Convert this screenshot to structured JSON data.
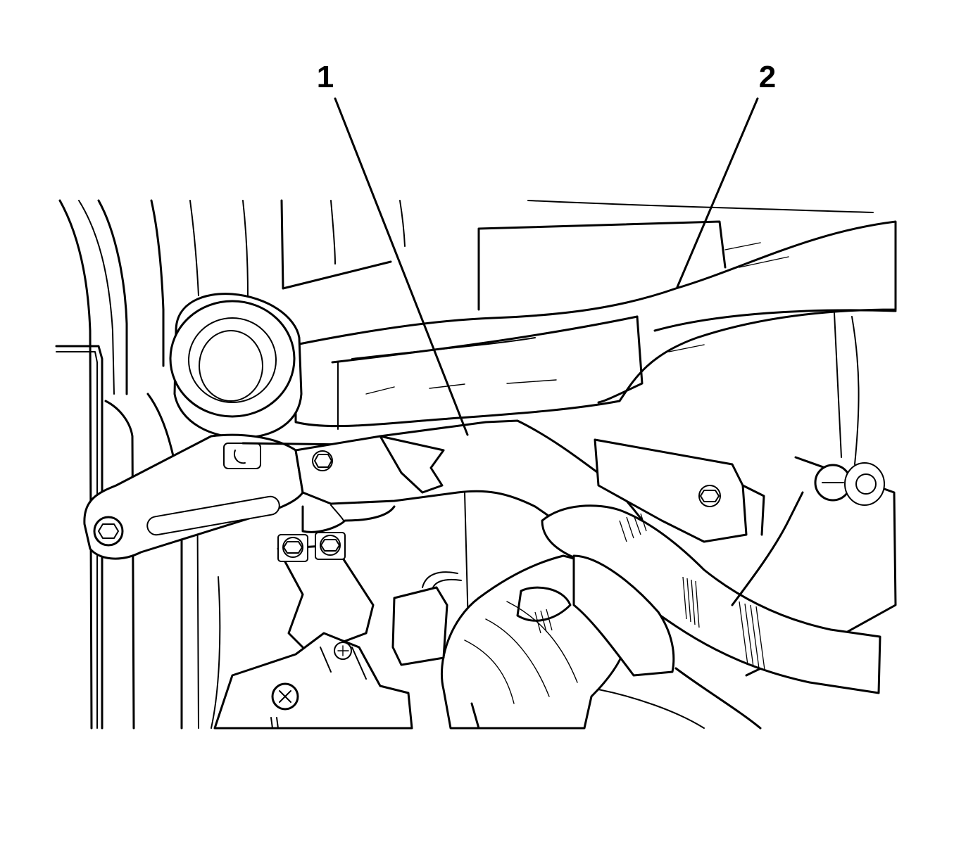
{
  "figure": {
    "callouts": [
      {
        "id": "1",
        "label": "1"
      },
      {
        "id": "2",
        "label": "2"
      }
    ],
    "icons": {
      "screw": "screw-icon",
      "bracket": "mounting-bracket-icon",
      "bolt": "bolt-icon",
      "wire_harness": "wire-harness-icon",
      "connector": "electrical-connector-icon"
    }
  }
}
